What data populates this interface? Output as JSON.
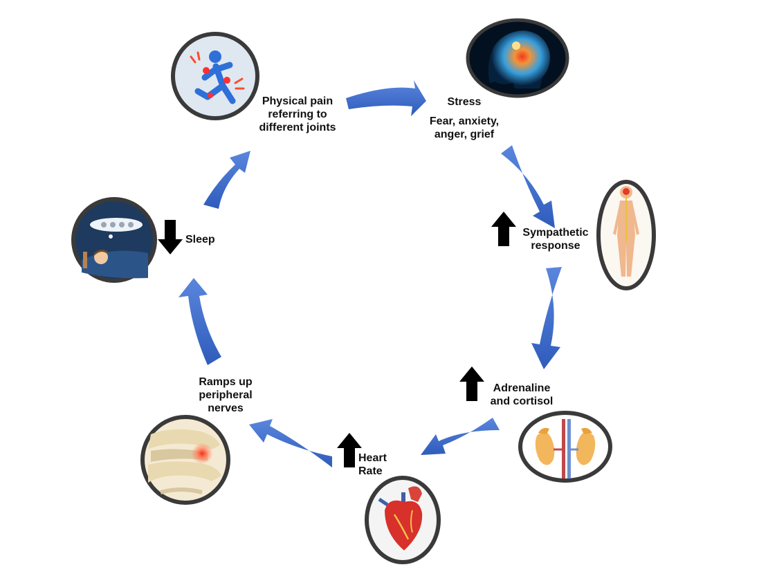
{
  "colors": {
    "arrow_blue": "#3f6fcf",
    "arrow_blue_dark": "#2a52a8",
    "ring": "#3a3a3a",
    "indicator": "#000000"
  },
  "nodes": [
    {
      "id": "pain",
      "icon": "running-person-joint-pain-icon",
      "lines": [
        "Physical pain",
        "referring to",
        "different joints"
      ]
    },
    {
      "id": "stress",
      "icon": "brain-head-icon",
      "lines": [
        "Stress",
        "Fear, anxiety,",
        "anger, grief"
      ]
    },
    {
      "id": "sympathetic",
      "icon": "nervous-system-body-icon",
      "indicator": "up",
      "lines": [
        "Sympathetic",
        "response"
      ]
    },
    {
      "id": "adrenaline",
      "icon": "adrenal-kidneys-icon",
      "indicator": "up",
      "lines": [
        "Adrenaline",
        "and cortisol"
      ]
    },
    {
      "id": "heart",
      "icon": "heart-icon",
      "indicator": "up",
      "lines": [
        "Heart",
        "Rate"
      ]
    },
    {
      "id": "nerves",
      "icon": "spine-disc-inflammation-icon",
      "lines": [
        "Ramps up",
        "peripheral",
        "nerves"
      ]
    },
    {
      "id": "sleep",
      "icon": "sleeping-person-icon",
      "indicator": "down",
      "lines": [
        "Sleep"
      ]
    }
  ]
}
